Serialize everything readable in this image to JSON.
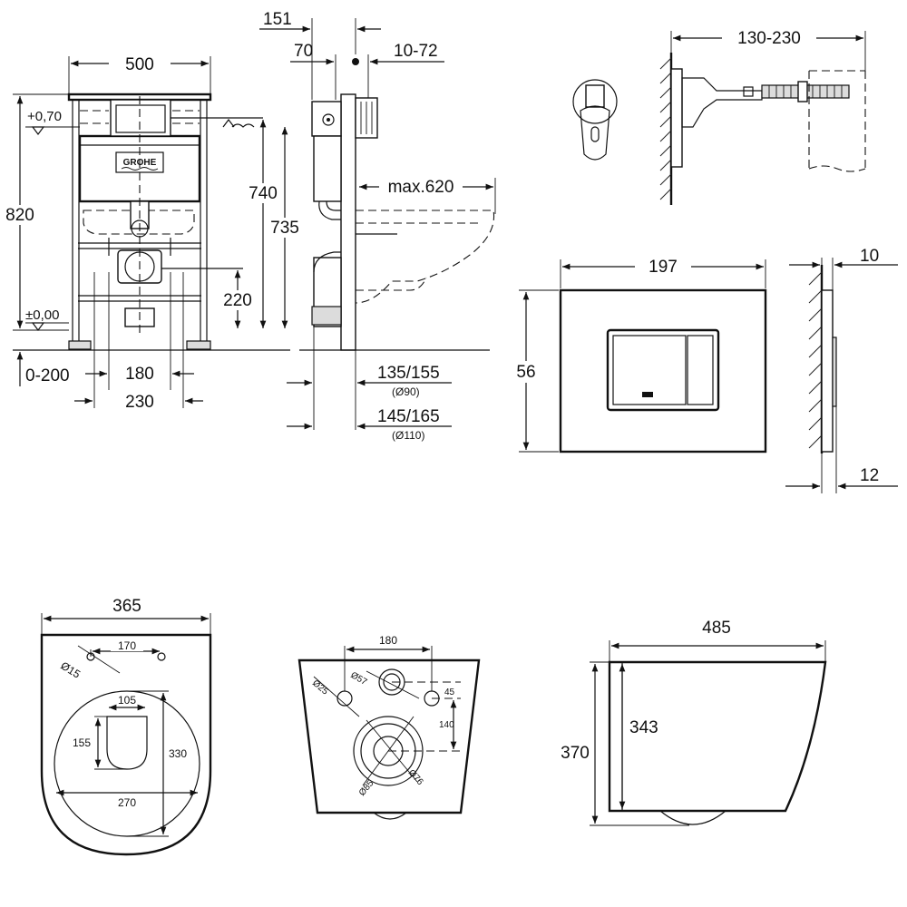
{
  "brand": {
    "logo_text": "GROHE"
  },
  "frame": {
    "width": "500",
    "height_total": "820",
    "level_top": "+0,70",
    "level_floor": "±0,00",
    "inlet_height": "740",
    "frame_height": "735",
    "drain_height": "220",
    "foot_adjust": "0-200",
    "feet_inner": "180",
    "feet_outer": "230"
  },
  "side": {
    "offset_top": "151",
    "offset_mid": "70",
    "depth_range": "10-72",
    "projection": "max.620",
    "pipe_90_size": "135/155",
    "pipe_90_dia": "(Ø90)",
    "pipe_110_size": "145/165",
    "pipe_110_dia": "(Ø110)"
  },
  "wall_bracket": {
    "range": "130-230"
  },
  "flush_plate": {
    "width": "197",
    "height": "56",
    "thickness_top": "10",
    "thickness_bottom": "12"
  },
  "bowl_top": {
    "width": "365",
    "bolt_spacing": "170",
    "bolt_dia": "Ø15",
    "seat_opening_w": "105",
    "seat_opening_h": "155",
    "inner_depth": "330",
    "inner_width": "270"
  },
  "bowl_back": {
    "bolt_spacing": "180",
    "dia_25": "Ø25",
    "dia_57": "Ø57",
    "offset_45": "45",
    "offset_140": "140",
    "dia_85": "Ø85",
    "dia_76": "Ø76"
  },
  "bowl_side": {
    "length": "485",
    "height": "370",
    "height_inner": "343"
  }
}
